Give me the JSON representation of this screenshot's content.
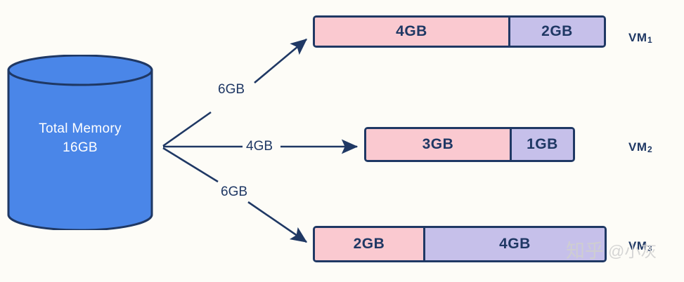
{
  "diagram": {
    "source": {
      "label_line1": "Total Memory",
      "label_line2": "16GB",
      "fill_color": "#4a86e8",
      "stroke_color": "#1f3864",
      "shape": "cylinder-icon"
    },
    "edges": [
      {
        "label": "6GB",
        "from": "total-memory",
        "to": "vm1"
      },
      {
        "label": "4GB",
        "from": "total-memory",
        "to": "vm2"
      },
      {
        "label": "6GB",
        "from": "total-memory",
        "to": "vm3"
      }
    ],
    "vms": [
      {
        "name": "VM",
        "index": "1",
        "total": "6GB",
        "segments": [
          {
            "label": "4GB",
            "kind": "used",
            "color": "#fac9d0"
          },
          {
            "label": "2GB",
            "kind": "free",
            "color": "#c6c0ea"
          }
        ]
      },
      {
        "name": "VM",
        "index": "2",
        "total": "4GB",
        "segments": [
          {
            "label": "3GB",
            "kind": "used",
            "color": "#fac9d0"
          },
          {
            "label": "1GB",
            "kind": "free",
            "color": "#c6c0ea"
          }
        ]
      },
      {
        "name": "VM",
        "index": "3",
        "total": "6GB",
        "segments": [
          {
            "label": "2GB",
            "kind": "used",
            "color": "#fac9d0"
          },
          {
            "label": "4GB",
            "kind": "free",
            "color": "#c6c0ea"
          }
        ]
      }
    ],
    "watermark": {
      "logo": "知乎",
      "handle": "@小灰"
    },
    "colors": {
      "background": "#fdfcf7",
      "stroke": "#1f3864",
      "cylinder": "#4a86e8",
      "used": "#fac9d0",
      "free": "#c6c0ea"
    }
  }
}
